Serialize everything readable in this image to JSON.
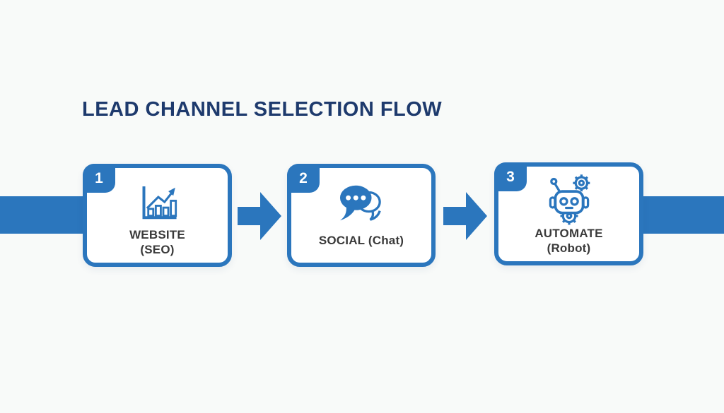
{
  "title": {
    "text": "LEAD CHANNEL SELECTION FLOW"
  },
  "flow": {
    "steps": [
      {
        "number": "1",
        "label_line1": "WEBSITE",
        "label_line2": "(SEO)",
        "icon": "growth-chart-icon"
      },
      {
        "number": "2",
        "label_line1": "SOCIAL (Chat)",
        "label_line2": "",
        "icon": "chat-bubbles-icon"
      },
      {
        "number": "3",
        "label_line1": "AUTOMATE",
        "label_line2": "(Robot)",
        "icon": "robot-icon"
      }
    ],
    "connectors": [
      "arrow-right",
      "arrow-right"
    ],
    "edge_bars": [
      "left",
      "right"
    ]
  },
  "colors": {
    "accent_blue": "#2b76bd",
    "title_navy": "#1e3a6d",
    "label_gray": "#3a3a3a",
    "box_fill": "#ffffff",
    "background": "#f8faf9"
  }
}
